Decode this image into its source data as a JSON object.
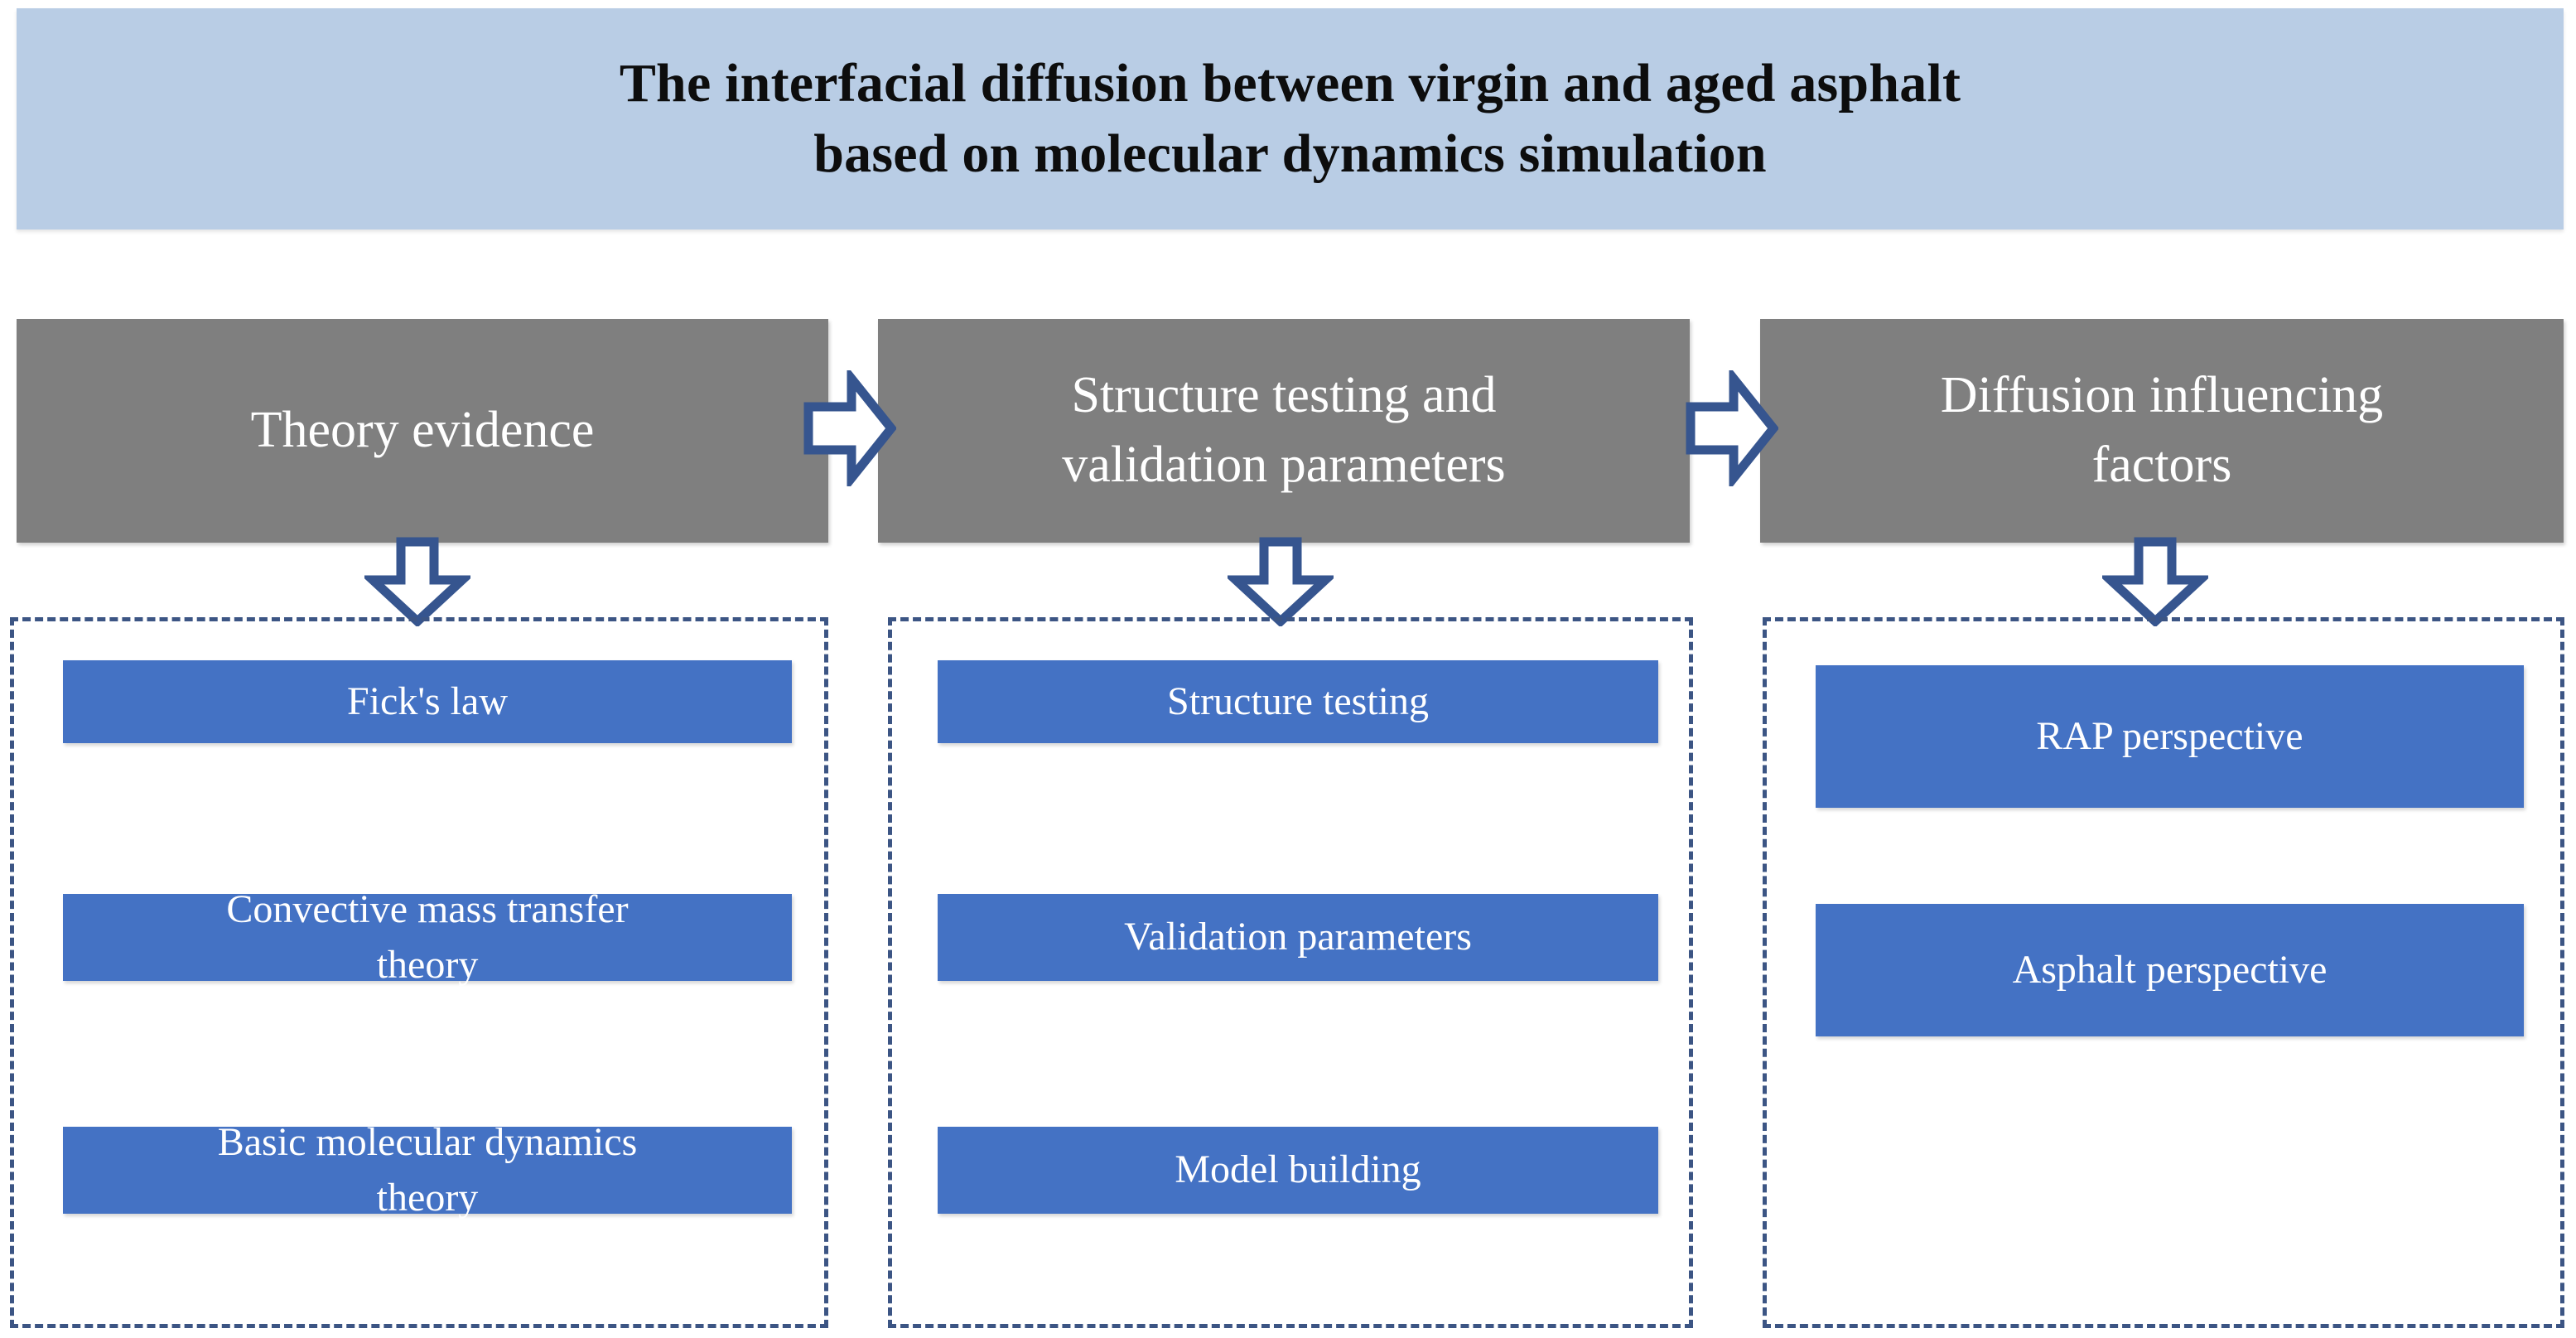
{
  "title": {
    "text": "The interfacial diffusion between virgin and aged asphalt\nbased on molecular dynamics simulation",
    "banner_color": "#b9cde5",
    "text_color": "#0d0d0d"
  },
  "palette": {
    "stage_header_gray": "#7f7f7f",
    "item_blue": "#4472c4",
    "dashed_border_navy": "#3c5584",
    "arrow_outline": "#36558f",
    "arrow_fill": "#ffffff",
    "label_white": "#ffffff"
  },
  "columns": [
    {
      "id": "theory",
      "header": "Theory evidence",
      "arrow_down_icon": "arrow-down-icon",
      "items": [
        {
          "label": "Fick's law"
        },
        {
          "label": "Convective mass transfer\ntheory"
        },
        {
          "label": "Basic molecular dynamics\ntheory"
        }
      ]
    },
    {
      "id": "structure",
      "header": "Structure testing and\nvalidation parameters",
      "arrow_down_icon": "arrow-down-icon",
      "items": [
        {
          "label": "Structure testing"
        },
        {
          "label": "Validation parameters"
        },
        {
          "label": "Model building"
        }
      ]
    },
    {
      "id": "factors",
      "header": "Diffusion influencing\nfactors",
      "arrow_down_icon": "arrow-down-icon",
      "items": [
        {
          "label": "RAP perspective"
        },
        {
          "label": "Asphalt perspective"
        }
      ]
    }
  ],
  "connectors": [
    {
      "icon": "arrow-right-icon",
      "from": "theory",
      "to": "structure"
    },
    {
      "icon": "arrow-right-icon",
      "from": "structure",
      "to": "factors"
    }
  ]
}
